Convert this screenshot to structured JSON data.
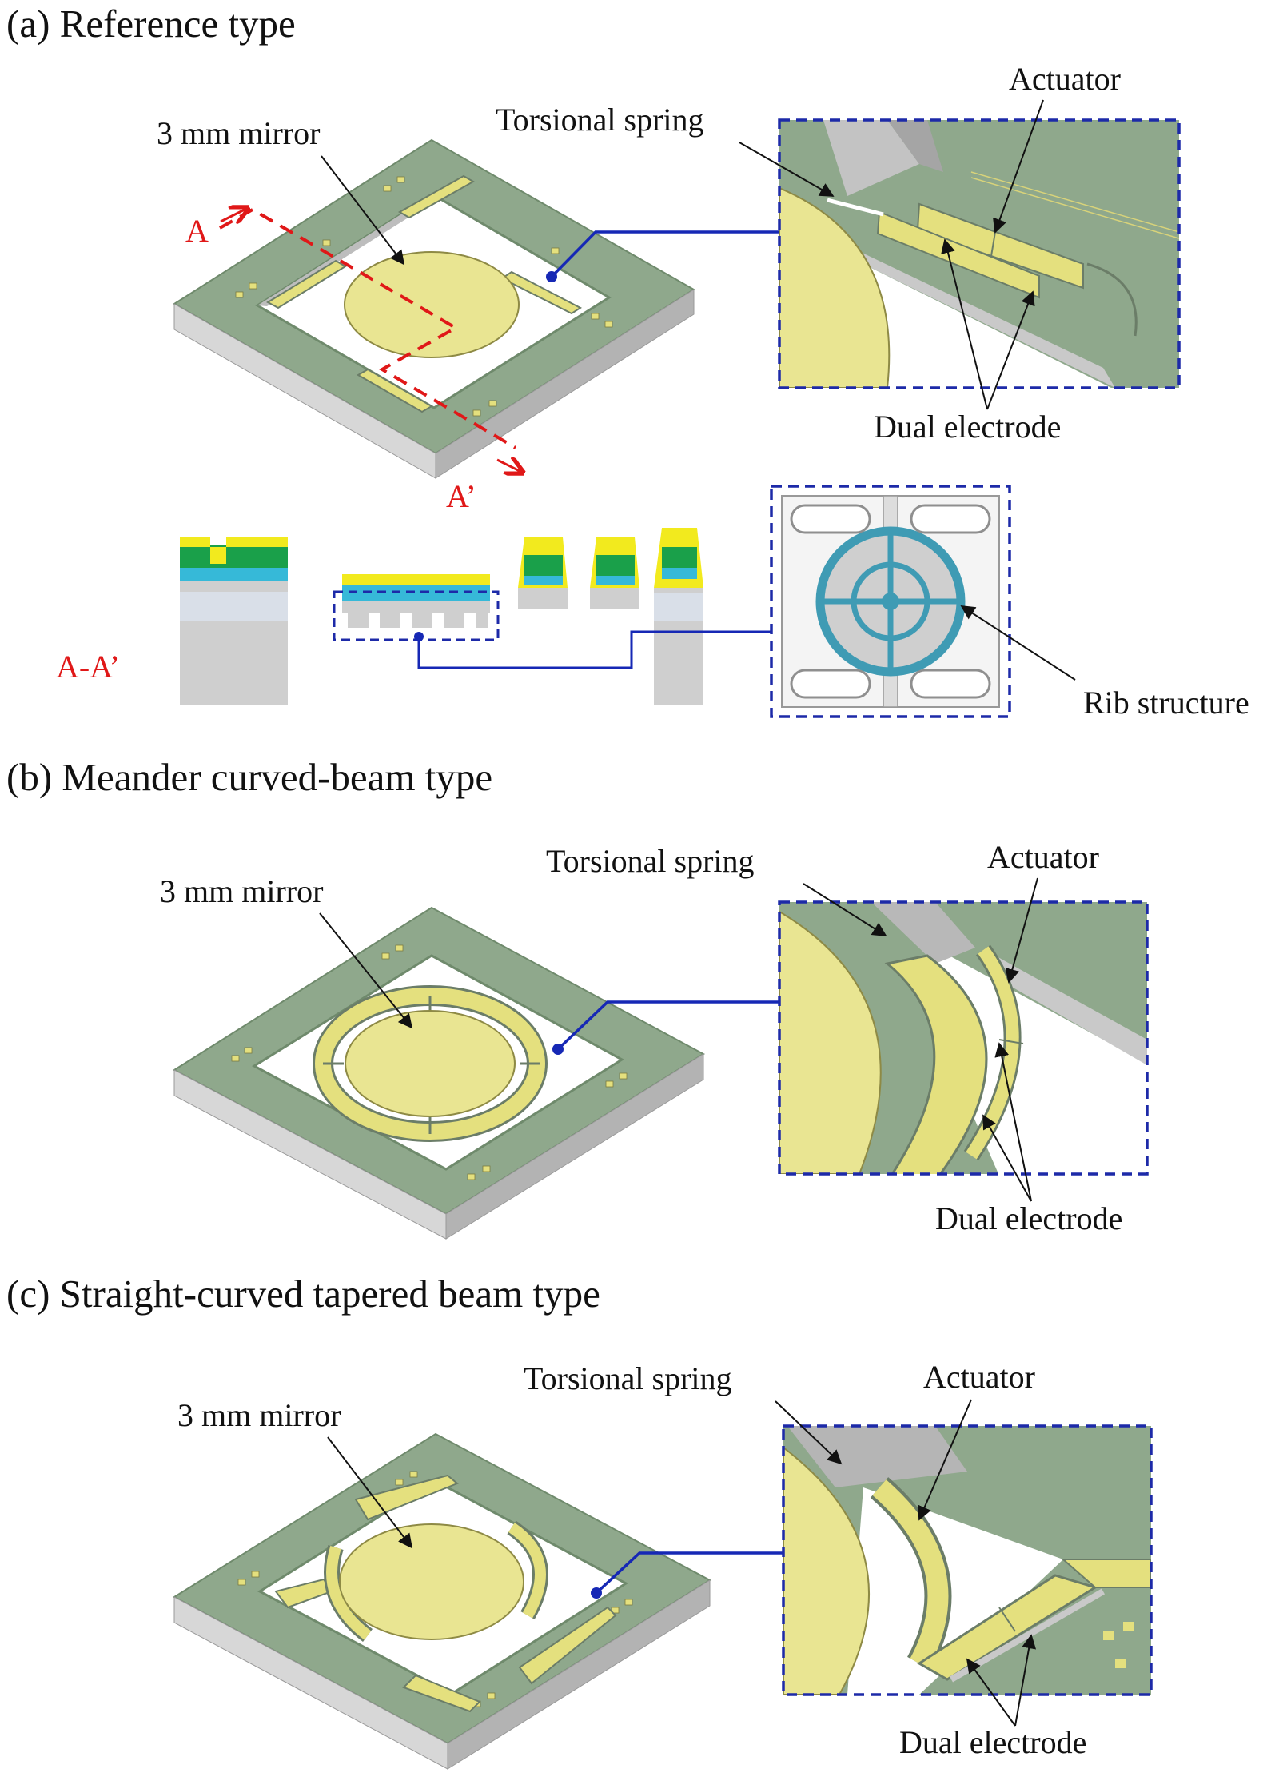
{
  "panels": [
    {
      "title": "(a) Reference type",
      "mirror_label": "3 mm mirror",
      "spring_label": "Torsional  spring",
      "actuator_label": "Actuator",
      "electrode_label": "Dual electrode",
      "section_start": "A",
      "section_end": "A’",
      "section_label": "A-A’",
      "rib_label": "Rib  structure"
    },
    {
      "title": "(b) Meander curved-beam type",
      "mirror_label": "3 mm mirror",
      "spring_label": "Torsional  spring",
      "actuator_label": "Actuator",
      "electrode_label": "Dual electrode"
    },
    {
      "title": "(c) Straight-curved tapered beam type",
      "mirror_label": "3 mm mirror",
      "spring_label": "Torsional  spring",
      "actuator_label": "Actuator",
      "electrode_label": "Dual electrode"
    }
  ],
  "colors": {
    "substrate": "#8fa88c",
    "substrate_edge": "#6f8a6c",
    "side_light": "#d7d7d7",
    "side_dark": "#b3b3b3",
    "mirror": "#e9e592",
    "electrode": "#e4e07e",
    "callout_box": "#1d2aa8",
    "connector": "#1628b5",
    "section_marker": "#e01818",
    "rib": "#3f9bb4",
    "oxide": "#36b9d8",
    "piezo": "#1aa04a",
    "metal": "#f2ea1e",
    "silicon": "#cfcfcf"
  }
}
